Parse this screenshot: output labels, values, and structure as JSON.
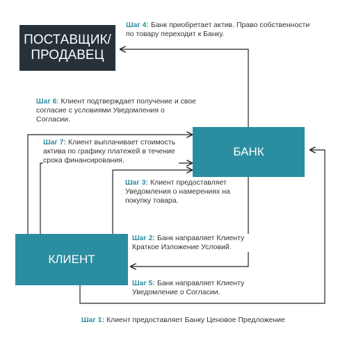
{
  "colors": {
    "teal": "#2a8ea0",
    "dark": "#27313a",
    "line": "#222222"
  },
  "boxes": {
    "supplier": {
      "line1": "ПОСТАВЩИК/",
      "line2": "ПРОДАВЕЦ"
    },
    "bank": "БАНК",
    "client": "КЛИЕНТ"
  },
  "steps": {
    "s1": {
      "label": "Шаг 1",
      "sep": ":",
      "text": " Клиент предоставляет Банку Ценовое Предложение"
    },
    "s2": {
      "label": "Шаг 2",
      "sep": ":",
      "text": " Банк направляет Клиенту Краткое Изложение Условий."
    },
    "s3": {
      "label": "Шаг 3",
      "sep": ":",
      "text": " Клиент предоставляет Уведомления о намерениях на покупку товара."
    },
    "s4": {
      "label": "Шаг 4",
      "sep": ":",
      "text": " Банк приобретает актив. Право собственности по товару переходит к Банку."
    },
    "s5": {
      "label": "Шаг 5",
      "sep": ":",
      "text": " Банк направляет Клиенту Уведомление о Согласии."
    },
    "s6": {
      "label": "Шаг 6",
      "sep": ":",
      "text": " Клиент подтверждает получение и свое согласие с условиями Уведомления о Согласии."
    },
    "s7": {
      "label": "Шаг 7",
      "sep": ":",
      "text": " Клиент выплачивает стоимость актива по графику платежей в течение срока финансирования."
    }
  }
}
